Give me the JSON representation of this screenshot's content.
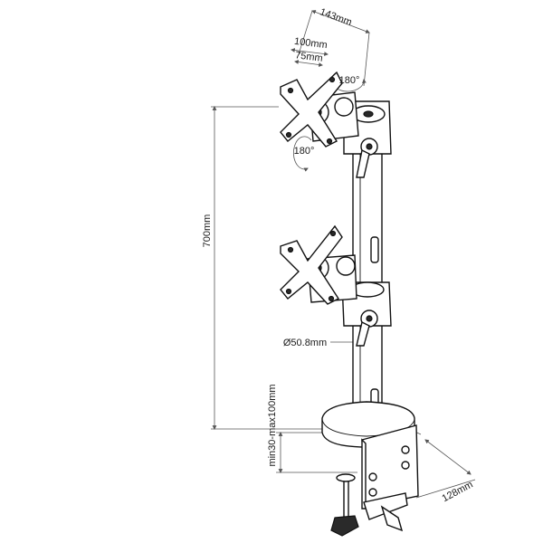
{
  "dimensions": {
    "width_top": "143mm",
    "vesa_large": "100mm",
    "vesa_small": "75mm",
    "rotate_top": "180°",
    "rotate_side": "180°",
    "height": "700mm",
    "pole_diameter": "Ø50.8mm",
    "desk_range": "min30-max100mm",
    "clamp_depth": "128mm"
  }
}
